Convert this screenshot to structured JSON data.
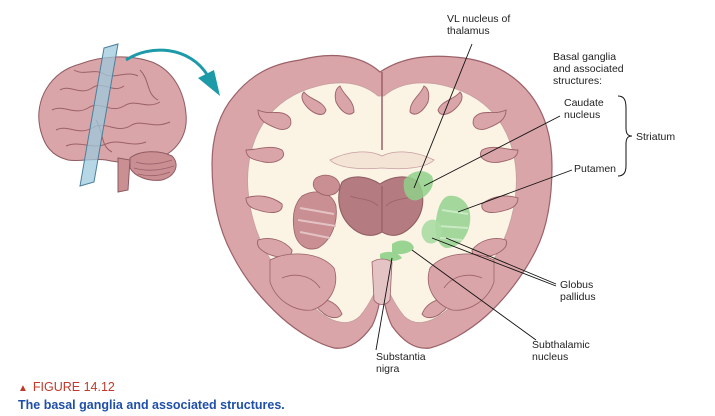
{
  "figure": {
    "number": "FIGURE 14.12",
    "title": "The basal ganglia and associated structures."
  },
  "labels": {
    "vl_line1": "VL  nucleus of",
    "vl_line2": "thalamus",
    "bg_line1": "Basal ganglia",
    "bg_line2": "and associated",
    "bg_line3": "structures:",
    "caudate_line1": "Caudate",
    "caudate_line2": "nucleus",
    "striatum": "Striatum",
    "putamen": "Putamen",
    "globus_line1": "Globus",
    "globus_line2": "pallidus",
    "subthalamic_line1": "Subthalamic",
    "subthalamic_line2": "nucleus",
    "substantia_line1": "Substantia",
    "substantia_line2": "nigra"
  },
  "colors": {
    "cortex": "#d9a5a8",
    "cortex_dark": "#b9787f",
    "white_matter": "#fbf3e4",
    "ventricle_region": "#e8d2cf",
    "basal_ganglia": "#8fd08a",
    "thalamus": "#b47b80",
    "arrow": "#1d9aa8",
    "caption_red": "#c0392b",
    "caption_blue": "#1f4fa8"
  }
}
